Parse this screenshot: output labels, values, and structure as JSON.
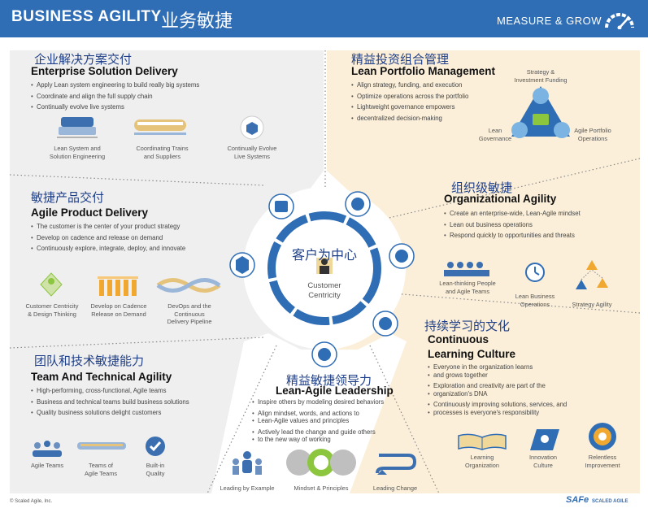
{
  "header": {
    "title_en": "BUSINESS AGILITY",
    "title_zh": "业务敏捷",
    "right_label": "MEASURE & GROW",
    "gauge_icon": "gauge-icon"
  },
  "center": {
    "label_zh": "客户为中心",
    "label_en_1": "Customer",
    "label_en_2": "Centricity"
  },
  "panels": {
    "enterprise": {
      "zh": "企业解决方案交付",
      "en": "Enterprise Solution Delivery",
      "bullets": [
        "Apply Lean system engineering to build really big systems",
        "Coordinate and align the full supply chain",
        "Continually evolve live systems"
      ],
      "icons": [
        {
          "icon": "solution-train-icon",
          "caption_1": "Lean System and",
          "caption_2": "Solution Engineering"
        },
        {
          "icon": "coordinating-trains-icon",
          "caption_1": "Coordinating Trains",
          "caption_2": "and Suppliers"
        },
        {
          "icon": "live-systems-icon",
          "caption_1": "Continually Evolve",
          "caption_2": "Live Systems"
        }
      ]
    },
    "portfolio": {
      "zh": "精益投资组合管理",
      "en": "Lean Portfolio Management",
      "bullets": [
        "Align strategy, funding, and execution",
        "Optimize operations across the portfolio",
        "Lightweight governance empowers",
        "decentralized decision-making"
      ],
      "tri_top_1": "Strategy &",
      "tri_top_2": "Investment Funding",
      "tri_left_1": "Lean",
      "tri_left_2": "Governance",
      "tri_right_1": "Agile Portfolio",
      "tri_right_2": "Operations"
    },
    "product": {
      "zh": "敏捷产品交付",
      "en": "Agile Product Delivery",
      "bullets": [
        "The customer is the center of your product strategy",
        "Develop on cadence and release on demand",
        "Continuously explore, integrate, deploy, and innovate"
      ],
      "icons": [
        {
          "icon": "customer-centricity-icon",
          "caption_1": "Customer Centricity",
          "caption_2": "& Design Thinking"
        },
        {
          "icon": "cadence-icon",
          "caption_1": "Develop on Cadence",
          "caption_2": "Release on Demand"
        },
        {
          "icon": "devops-pipeline-icon",
          "caption_1": "DevOps and the Continuous",
          "caption_2": "Delivery Pipeline"
        }
      ]
    },
    "org": {
      "zh": "组织级敏捷",
      "en": "Organizational Agility",
      "bullets": [
        "Create an enterprise-wide, Lean-Agile mindset",
        "Lean out business operations",
        "Respond quickly to opportunities and threats"
      ],
      "icons": [
        {
          "icon": "lean-thinking-people-icon",
          "caption_1": "Lean-thinking People",
          "caption_2": "and Agile Teams"
        },
        {
          "icon": "business-operations-icon",
          "caption_1": "Lean Business",
          "caption_2": "Operations"
        },
        {
          "icon": "strategy-agility-icon",
          "caption_1": "Strategy Agility",
          "caption_2": ""
        }
      ]
    },
    "learning": {
      "zh": "持续学习的文化",
      "en_1": "Continuous",
      "en_2": "Learning Culture",
      "bullets": [
        "Everyone in the organization learns",
        "   and grows together",
        "Exploration and creativity are part of the",
        "   organization's DNA",
        "Continuously improving solutions, services, and",
        "   processes is everyone's responsibility"
      ],
      "icons": [
        {
          "icon": "learning-organization-icon",
          "caption_1": "Learning",
          "caption_2": "Organization"
        },
        {
          "icon": "innovation-culture-icon",
          "caption_1": "Innovation",
          "caption_2": "Culture"
        },
        {
          "icon": "relentless-improvement-icon",
          "caption_1": "Relentless",
          "caption_2": "Improvement"
        }
      ]
    },
    "team": {
      "zh": "团队和技术敏捷能力",
      "en": "Team And Technical Agility",
      "bullets": [
        "High-performing, cross-functional, Agile teams",
        "Business and technical teams build business solutions",
        "Quality business solutions delight customers"
      ],
      "icons": [
        {
          "icon": "agile-teams-icon",
          "caption_1": "Agile Teams",
          "caption_2": ""
        },
        {
          "icon": "teams-of-teams-icon",
          "caption_1": "Teams of",
          "caption_2": "Agile Teams"
        },
        {
          "icon": "built-in-quality-icon",
          "caption_1": "Built-in",
          "caption_2": "Quality"
        }
      ]
    },
    "leadership": {
      "zh": "精益敏捷领导力",
      "en": "Lean-Agile Leadership",
      "bullets": [
        "Inspire others by modeling desired behaviors",
        "Align mindset, words, and actions to",
        "   Lean-Agile values and principles",
        "Actively lead the change and guide others",
        "   to the new way of working"
      ],
      "icons": [
        {
          "icon": "leading-by-example-icon",
          "caption_1": "Leading by Example",
          "caption_2": ""
        },
        {
          "icon": "mindset-principles-icon",
          "caption_1": "Mindset & Principles",
          "caption_2": ""
        },
        {
          "icon": "leading-change-icon",
          "caption_1": "Leading Change",
          "caption_2": ""
        }
      ]
    }
  },
  "footer": {
    "copyright": "© Scaled Agile, Inc.",
    "brand": "SAFe",
    "brand_sub": "SCALED AGILE"
  },
  "colors": {
    "blue": "#2f6db5",
    "gray_panel": "#efefef",
    "cream_panel": "#fbefd9",
    "text_zh": "#1f3f88"
  }
}
